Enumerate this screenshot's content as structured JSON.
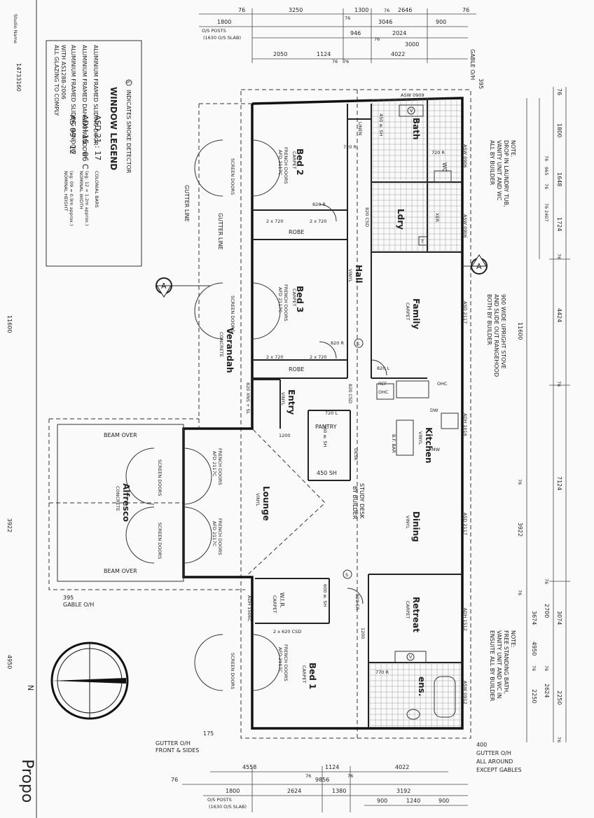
{
  "labels": {
    "window_legend": "WINDOW LEGEND",
    "aluminium_framed_sliding_window": "ALUMINIUM FRAMED SLIDING WINDOW",
    "aluminium_framed_dahling_window": "ALUMINIUM FRAMED DAHLING WINDOW",
    "aluminium_framed_sliding_door": "ALUMINIUM FRAMED SLIDING DOOR",
    "as_code": "AS  09 : 12",
    "adh_code": "ADH  15 : 06  C",
    "asd_code": "ASD  21 : 17",
    "nominal_height": "NOMINAL HEIGHT",
    "nominal_height_eg": "(eg: 09 = 0.9m approx.)",
    "nominal_width": "NOMINAL WIDTH",
    "nominal_width_eg": "(eg: 12 = 1.2m approx.)",
    "colonial_bars": "COLONIAL BARS",
    "all_glazing": "ALL GLAZING TO COMPLY",
    "with_as": "WITH AS1288-2006",
    "smoke_detector": "INDICATES SMOKE DETECTOR",
    "smoke_symbol": "S",
    "job_number": "14733160",
    "studio_name": "Studio Name",
    "bed2": "Bed 2",
    "bed3": "Bed 3",
    "bed1": "Bed 1",
    "carpet": "CARPET",
    "vinyl": "VINYL",
    "concrete": "CONCRETE",
    "french_doors": "FRENCH DOORS",
    "afd_2117c": "AFD 2117C",
    "screen_doors": "SCREEN DOORS",
    "robe": "ROBE",
    "two_x_720": "2 x 720",
    "hall": "Hall",
    "entry": "Entry",
    "verandah": "Verandah",
    "lounge": "Lounge",
    "alfresco": "Alfresco",
    "beam_over": "BEAM OVER",
    "family": "Family",
    "kitchen": "Kitchen",
    "dining": "Dining",
    "retreat": "Retreat",
    "ens": "ens.",
    "wir": "W.I.R.",
    "pantry": "PANTRY",
    "desk": "DESK",
    "study_desk": "STUDY DESK",
    "by_builder": "BY BUILDER",
    "ldry": "Ldry",
    "bath": "Bath",
    "wc": "WC",
    "linen": "LINEN",
    "ref": "REF",
    "ohc": "OHC",
    "dw": "DW",
    "mw": "MW",
    "bf_bar": "B.F. BAR",
    "sh450": "450 w. SH",
    "sh300": "300 w. SH",
    "sh600": "600 w. SH",
    "sh450b": "450 SH",
    "d820": "820 L",
    "d820csd": "820 CSD",
    "d820xns": "820 XNS + SL",
    "d720r": "720 R",
    "d720l": "720 L",
    "d820r": "820 R",
    "d770r": "770 R",
    "d2x620": "2 x 620 CSD",
    "d820sr": "820 SR",
    "gutter_line": "GUTTER LINE",
    "gable_oh": "GABLE O/H",
    "gutter_front": "GUTTER O/H",
    "front_sides": "FRONT & SIDES",
    "gutter_all": "GUTTER O/H",
    "all_around": "ALL AROUND",
    "except_gables": "EXCEPT GABLES",
    "os_posts": "O/S POSTS",
    "os_slab": "(1630 O/S SLAB)",
    "asw0909": "ASW 0909",
    "asw0906": "ASW 0906",
    "asw0906b": "ASW 0906",
    "asd2117": "ASD 2117",
    "adh1016": "ADH 1016",
    "asd2117b": "ASD 2117",
    "adh1512": "ADH 1512",
    "asw0912": "ASW 0912",
    "adh1506c": "ADH 1506C",
    "note1_a": "NOTE.",
    "note1_b": "DROP IN LAUNDRY TUB,",
    "note1_c": "VANITY UNIT AND WC",
    "note1_d": "ALL BY BUILDER",
    "note2_a": "900 WIDE UPRIGHT STOVE",
    "note2_b": "AND SLIDE OUT RANGEHOOD",
    "note2_c": "BOTH BY BUILDER",
    "note3_a": "NOTE:",
    "note3_b": "FREE STANDING BATH,",
    "note3_c": "VANITY UNIT AND WC IN",
    "note3_d": "ENSUITE ALL BY BUILDER",
    "section_a": "A",
    "north": "N",
    "title_fragment": "Propo",
    "xer": "XER",
    "v": "V",
    "t": "T"
  },
  "dimensions": {
    "top": [
      "76",
      "3250",
      "1300",
      "76",
      "2646",
      "76",
      "1800",
      "3046",
      "900",
      "946",
      "2024",
      "76",
      "3000",
      "2050",
      "1124",
      "76",
      "4022",
      "76",
      "76"
    ],
    "right": [
      "76",
      "1800",
      "1648",
      "1724",
      "76",
      "965",
      "76",
      "76",
      "2407",
      "76",
      "11600",
      "4424",
      "76",
      "7124",
      "76",
      "3922",
      "76",
      "3074",
      "2700",
      "76",
      "3674",
      "4950",
      "2624",
      "2250",
      "2250",
      "76",
      "76",
      "76"
    ],
    "bottom": [
      "4558",
      "1124",
      "4022",
      "76",
      "9856",
      "76",
      "76",
      "1800",
      "2624",
      "1380",
      "3192",
      "900",
      "1240",
      "900"
    ],
    "left": [
      "395",
      "175",
      "11600",
      "3922",
      "4950",
      "1800"
    ],
    "misc": [
      "395",
      "400",
      "1200",
      "1200",
      "76"
    ]
  }
}
